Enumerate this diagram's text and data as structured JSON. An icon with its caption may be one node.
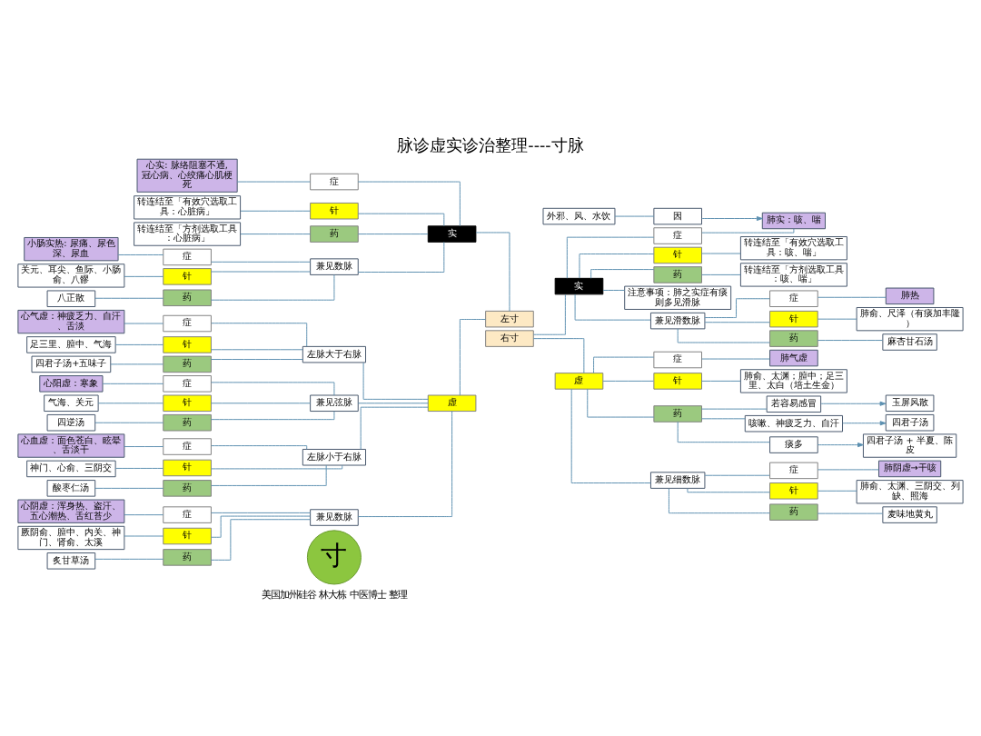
{
  "diagram": {
    "title": "脉诊虚实诊治整理----寸脉",
    "caption": "美国加州硅谷 林大栋 中医博士 整理",
    "nodes": [
      {
        "text": [
          "左寸"
        ]
      },
      {
        "text": [
          "实"
        ]
      },
      {
        "text": [
          "症"
        ]
      },
      {
        "text": [
          "针"
        ]
      },
      {
        "text": [
          "药"
        ]
      },
      {
        "text": [
          "心实: 脉络阻塞不通, 冠心病、心绞痛心肌梗死"
        ]
      },
      {
        "text": [
          "转连结至「有效穴选取工具：心脏病」"
        ]
      },
      {
        "text": [
          "转连结至「方剂选取工具：心脏病」"
        ]
      },
      {
        "text": [
          "兼见数脉"
        ]
      },
      {
        "text": [
          "症"
        ]
      },
      {
        "text": [
          "针"
        ]
      },
      {
        "text": [
          "药"
        ]
      },
      {
        "text": [
          "小肠实热: 尿痛、尿色深、尿血"
        ]
      },
      {
        "text": [
          "关元、耳尖、鱼际、小肠俞、八髎"
        ]
      },
      {
        "text": [
          "八正散"
        ]
      },
      {
        "text": [
          "虚"
        ]
      },
      {
        "text": [
          "左脉大于右脉"
        ]
      },
      {
        "text": [
          "症"
        ]
      },
      {
        "text": [
          "针"
        ]
      },
      {
        "text": [
          "药"
        ]
      },
      {
        "text": [
          "心气虚：神疲乏力、自汗、舌淡"
        ]
      },
      {
        "text": [
          "足三里、膻中、气海"
        ]
      },
      {
        "text": [
          "四君子汤+五味子"
        ]
      },
      {
        "text": [
          "兼见弦脉"
        ]
      },
      {
        "text": [
          "症"
        ]
      },
      {
        "text": [
          "针"
        ]
      },
      {
        "text": [
          "药"
        ]
      },
      {
        "text": [
          "心阳虚：寒象"
        ]
      },
      {
        "text": [
          "气海、关元"
        ]
      },
      {
        "text": [
          "四逆汤"
        ]
      },
      {
        "text": [
          "左脉小于右脉"
        ]
      },
      {
        "text": [
          "症"
        ]
      },
      {
        "text": [
          "针"
        ]
      },
      {
        "text": [
          "药"
        ]
      },
      {
        "text": [
          "心血虚：面色苍白、眩晕、舌淡干"
        ]
      },
      {
        "text": [
          "神门、心俞、三阴交"
        ]
      },
      {
        "text": [
          "酸枣仁汤"
        ]
      },
      {
        "text": [
          "兼见数脉"
        ]
      },
      {
        "text": [
          "症"
        ]
      },
      {
        "text": [
          "针"
        ]
      },
      {
        "text": [
          "药"
        ]
      },
      {
        "text": [
          "心阴虚：浑身热、盗汗、五心潮热、舌红苔少"
        ]
      },
      {
        "text": [
          "厥阴俞、膻中、内关、神门、肾俞、太溪"
        ]
      },
      {
        "text": [
          "炙甘草汤"
        ]
      },
      {
        "text": [
          "右寸"
        ]
      },
      {
        "text": [
          "实"
        ]
      },
      {
        "text": [
          "症"
        ]
      },
      {
        "text": [
          "针"
        ]
      },
      {
        "text": [
          "药"
        ]
      },
      {
        "text": [
          "肺实：咳、喘"
        ]
      },
      {
        "text": [
          "因"
        ]
      },
      {
        "text": [
          "外邪、风、水饮"
        ]
      },
      {
        "text": [
          "转连结至「有效穴选取工具：咳、喘」"
        ]
      },
      {
        "text": [
          "转连结至「方剂选取工具：咳、喘」"
        ]
      },
      {
        "text": [
          "注意事项：肺之实症有痰则多见滑脉"
        ]
      },
      {
        "text": [
          "兼见滑数脉"
        ]
      },
      {
        "text": [
          "症"
        ]
      },
      {
        "text": [
          "针"
        ]
      },
      {
        "text": [
          "药"
        ]
      },
      {
        "text": [
          "肺热"
        ]
      },
      {
        "text": [
          "肺俞、尺泽（有痰加丰隆）"
        ]
      },
      {
        "text": [
          "麻杏甘石汤"
        ]
      },
      {
        "text": [
          "虚"
        ]
      },
      {
        "text": [
          "症"
        ]
      },
      {
        "text": [
          "针"
        ]
      },
      {
        "text": [
          "药"
        ]
      },
      {
        "text": [
          "肺气虚"
        ]
      },
      {
        "text": [
          "肺俞、太渊；膻中；足三里、太白（培土生金）"
        ]
      },
      {
        "text": [
          "若容易感冒"
        ]
      },
      {
        "text": [
          "玉屏风散"
        ]
      },
      {
        "text": [
          "咳嗽、神疲乏力、自汗"
        ]
      },
      {
        "text": [
          "四君子汤"
        ]
      },
      {
        "text": [
          "痰多"
        ]
      },
      {
        "text": [
          "四君子汤 + 半夏、陈皮"
        ]
      },
      {
        "text": [
          "兼见细数脉"
        ]
      },
      {
        "text": [
          "症"
        ]
      },
      {
        "text": [
          "针"
        ]
      },
      {
        "text": [
          "药"
        ]
      },
      {
        "text": [
          "肺阴虚→干咳"
        ]
      },
      {
        "text": [
          "肺俞、太渊、三阴交、列缺、照海"
        ]
      },
      {
        "text": [
          "麦味地黄丸"
        ]
      },
      {
        "text": [
          "寸"
        ]
      }
    ],
    "edges": [
      {
        "from": 1,
        "to": 0,
        "arrow": "none"
      },
      {
        "from": 15,
        "to": 0,
        "arrow": "none"
      },
      {
        "from": 2,
        "to": 1,
        "arrow": "none"
      },
      {
        "from": 3,
        "to": 1,
        "arrow": "none"
      },
      {
        "from": 4,
        "to": 1,
        "arrow": "none"
      },
      {
        "from": 8,
        "to": 1,
        "arrow": "none"
      },
      {
        "from": 5,
        "to": 2,
        "arrow": "none"
      },
      {
        "from": 6,
        "to": 3,
        "arrow": "none"
      },
      {
        "from": 7,
        "to": 4,
        "arrow": "none"
      },
      {
        "from": 9,
        "to": 8,
        "arrow": "none"
      },
      {
        "from": 10,
        "to": 8,
        "arrow": "none"
      },
      {
        "from": 11,
        "to": 8,
        "arrow": "none"
      },
      {
        "from": 12,
        "to": 9,
        "arrow": "none"
      },
      {
        "from": 13,
        "to": 10,
        "arrow": "none"
      },
      {
        "from": 14,
        "to": 11,
        "arrow": "none"
      },
      {
        "from": 16,
        "to": 15,
        "arrow": "none"
      },
      {
        "from": 23,
        "to": 15,
        "arrow": "none"
      },
      {
        "from": 30,
        "to": 15,
        "arrow": "none"
      },
      {
        "from": 37,
        "to": 15,
        "arrow": "none"
      },
      {
        "from": 17,
        "to": 16,
        "arrow": "none"
      },
      {
        "from": 18,
        "to": 16,
        "arrow": "none"
      },
      {
        "from": 19,
        "to": 16,
        "arrow": "none"
      },
      {
        "from": 20,
        "to": 17,
        "arrow": "none"
      },
      {
        "from": 21,
        "to": 18,
        "arrow": "none"
      },
      {
        "from": 22,
        "to": 19,
        "arrow": "none"
      },
      {
        "from": 24,
        "to": 23,
        "arrow": "none"
      },
      {
        "from": 25,
        "to": 23,
        "arrow": "none"
      },
      {
        "from": 26,
        "to": 23,
        "arrow": "none"
      },
      {
        "from": 27,
        "to": 24,
        "arrow": "none"
      },
      {
        "from": 28,
        "to": 25,
        "arrow": "none"
      },
      {
        "from": 29,
        "to": 26,
        "arrow": "none"
      },
      {
        "from": 31,
        "to": 30,
        "arrow": "none"
      },
      {
        "from": 32,
        "to": 30,
        "arrow": "none"
      },
      {
        "from": 33,
        "to": 30,
        "arrow": "none"
      },
      {
        "from": 34,
        "to": 31,
        "arrow": "none"
      },
      {
        "from": 35,
        "to": 32,
        "arrow": "none"
      },
      {
        "from": 36,
        "to": 33,
        "arrow": "none"
      },
      {
        "from": 38,
        "to": 37,
        "arrow": "none"
      },
      {
        "from": 39,
        "to": 37,
        "arrow": "none"
      },
      {
        "from": 40,
        "to": 37,
        "arrow": "none"
      },
      {
        "from": 41,
        "to": 38,
        "arrow": "none"
      },
      {
        "from": 42,
        "to": 39,
        "arrow": "none"
      },
      {
        "from": 43,
        "to": 40,
        "arrow": "none"
      },
      {
        "from": 44,
        "to": 45,
        "arrow": "none"
      },
      {
        "from": 44,
        "to": 62,
        "arrow": "none"
      },
      {
        "from": 45,
        "to": 46,
        "arrow": "none"
      },
      {
        "from": 45,
        "to": 47,
        "arrow": "none"
      },
      {
        "from": 45,
        "to": 48,
        "arrow": "none"
      },
      {
        "from": 45,
        "to": 54,
        "arrow": "none"
      },
      {
        "from": 45,
        "to": 55,
        "arrow": "none"
      },
      {
        "from": 46,
        "to": 49,
        "arrow": "none"
      },
      {
        "from": 50,
        "to": 49,
        "arrow": "to"
      },
      {
        "from": 50,
        "to": 51,
        "arrow": "none"
      },
      {
        "from": 47,
        "to": 52,
        "arrow": "none"
      },
      {
        "from": 48,
        "to": 53,
        "arrow": "none"
      },
      {
        "from": 55,
        "to": 56,
        "arrow": "none"
      },
      {
        "from": 55,
        "to": 57,
        "arrow": "none"
      },
      {
        "from": 55,
        "to": 58,
        "arrow": "none"
      },
      {
        "from": 56,
        "to": 59,
        "arrow": "none"
      },
      {
        "from": 57,
        "to": 60,
        "arrow": "none"
      },
      {
        "from": 58,
        "to": 61,
        "arrow": "none"
      },
      {
        "from": 62,
        "to": 63,
        "arrow": "none"
      },
      {
        "from": 62,
        "to": 64,
        "arrow": "none"
      },
      {
        "from": 62,
        "to": 65,
        "arrow": "none"
      },
      {
        "from": 62,
        "to": 74,
        "arrow": "none"
      },
      {
        "from": 63,
        "to": 66,
        "arrow": "none"
      },
      {
        "from": 64,
        "to": 67,
        "arrow": "none"
      },
      {
        "from": 65,
        "to": 68,
        "arrow": "none"
      },
      {
        "from": 65,
        "to": 70,
        "arrow": "none"
      },
      {
        "from": 65,
        "to": 72,
        "arrow": "none"
      },
      {
        "from": 68,
        "to": 69,
        "arrow": "to"
      },
      {
        "from": 70,
        "to": 71,
        "arrow": "to"
      },
      {
        "from": 72,
        "to": 73,
        "arrow": "to"
      },
      {
        "from": 74,
        "to": 75,
        "arrow": "none"
      },
      {
        "from": 74,
        "to": 76,
        "arrow": "none"
      },
      {
        "from": 74,
        "to": 77,
        "arrow": "none"
      },
      {
        "from": 75,
        "to": 78,
        "arrow": "none"
      },
      {
        "from": 76,
        "to": 79,
        "arrow": "none"
      },
      {
        "from": 77,
        "to": 80,
        "arrow": "none"
      }
    ]
  }
}
